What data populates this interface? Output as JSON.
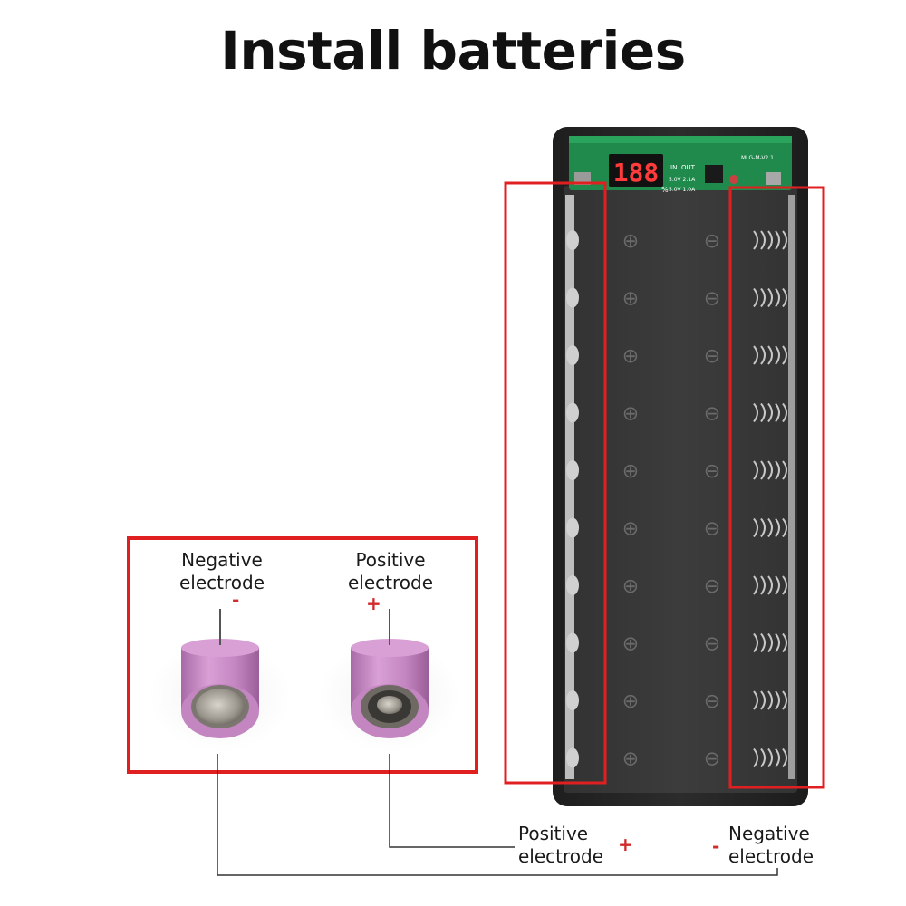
{
  "title": "Install batteries",
  "pcb": {
    "display_value": "188",
    "in_label": "IN",
    "out_label": "OUT",
    "in_spec": "5.0V 2.1A",
    "out_spec": "5.0V 1.0A",
    "percent_symbol": "%",
    "model": "MLG-M-V2.1"
  },
  "holder": {
    "slot_count": 10,
    "positive_symbol": "⊕",
    "negative_symbol": "⊖"
  },
  "inset": {
    "negative_label_line1": "Negative",
    "negative_label_line2": "electrode",
    "negative_sign": "-",
    "positive_label_line1": "Positive",
    "positive_label_line2": "electrode",
    "positive_sign": "+"
  },
  "bottom": {
    "positive_label_line1": "Positive",
    "positive_label_line2": "electrode",
    "positive_sign": "+",
    "negative_label_line1": "Negative",
    "negative_label_line2": "electrode",
    "negative_sign": "-"
  },
  "colors": {
    "highlight_red": "#e02020",
    "case_dark": "#2e2e2e",
    "tray": "#3b3b3b",
    "pcb_green": "#1f8a4c",
    "battery_pink": "#c98bc6",
    "led_red": "#ff3b3b"
  }
}
